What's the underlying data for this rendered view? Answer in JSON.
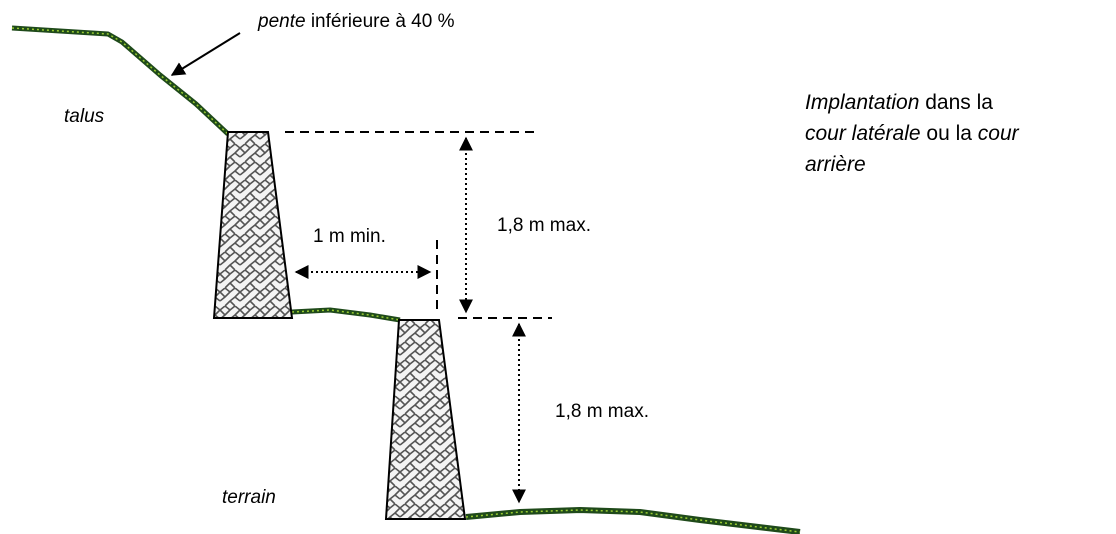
{
  "slope_annotation": {
    "italic_part": "pente",
    "rest": " inférieure à 40 %"
  },
  "labels": {
    "talus": "talus",
    "terrain": "terrain",
    "spacing": "1 m min.",
    "height_upper": "1,8 m max.",
    "height_lower": "1,8 m max."
  },
  "placement_note": {
    "line1_italic": "Implantation",
    "line1_rest": " dans la",
    "line2_italic_a": "cour latérale",
    "line2_rest": " ou la ",
    "line2_italic_b": "cour",
    "line3_italic": "arrière"
  },
  "colors": {
    "ground_dark": "#1f4a1a",
    "ground_light": "#9acd32",
    "wall_outline": "#000000",
    "pattern_stroke": "#555555"
  }
}
